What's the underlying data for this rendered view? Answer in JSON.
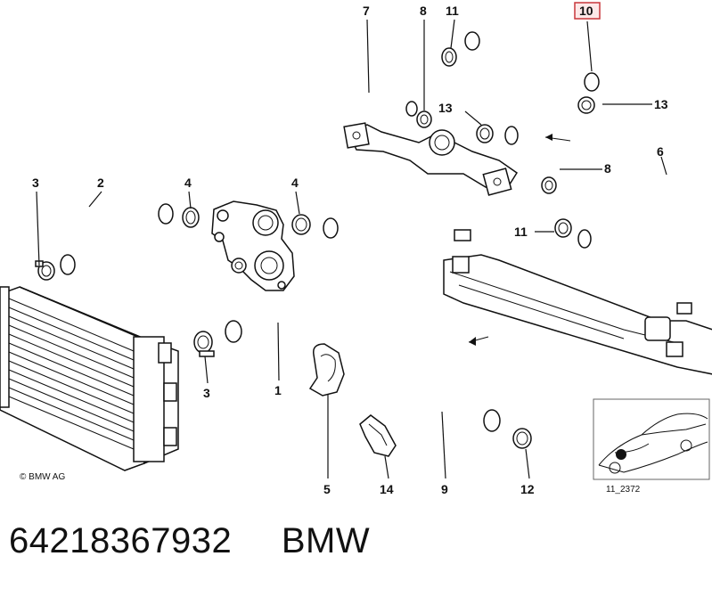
{
  "callouts": [
    "1",
    "2",
    "3",
    "3",
    "4",
    "4",
    "5",
    "6",
    "7",
    "8",
    "8",
    "9",
    "10",
    "11",
    "11",
    "12",
    "13",
    "13",
    "14"
  ],
  "copyright": "© BMW AG",
  "reference_code": "11_2372",
  "footer": {
    "part_number": "64218367932",
    "brand": "BMW"
  },
  "colors": {
    "line": "#111111",
    "highlight_box": "#c8363a",
    "highlight_fill": "#fde8e8",
    "background": "#ffffff"
  }
}
